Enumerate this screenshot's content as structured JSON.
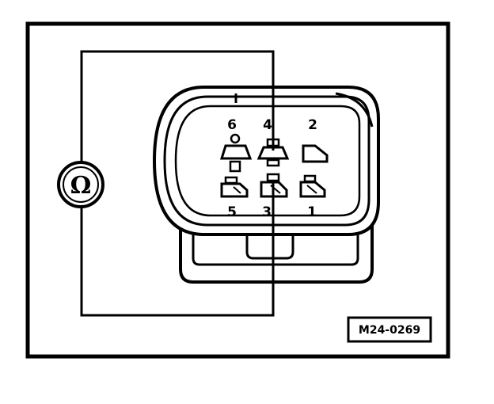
{
  "diagram": {
    "meter_symbol": "Ω",
    "reference_code": "M24-0269",
    "pins": {
      "pin_1": "1",
      "pin_2": "2",
      "pin_3": "3",
      "pin_4": "4",
      "pin_5": "5",
      "pin_6": "6"
    },
    "colors": {
      "line": "#000000",
      "background": "#ffffff"
    }
  }
}
